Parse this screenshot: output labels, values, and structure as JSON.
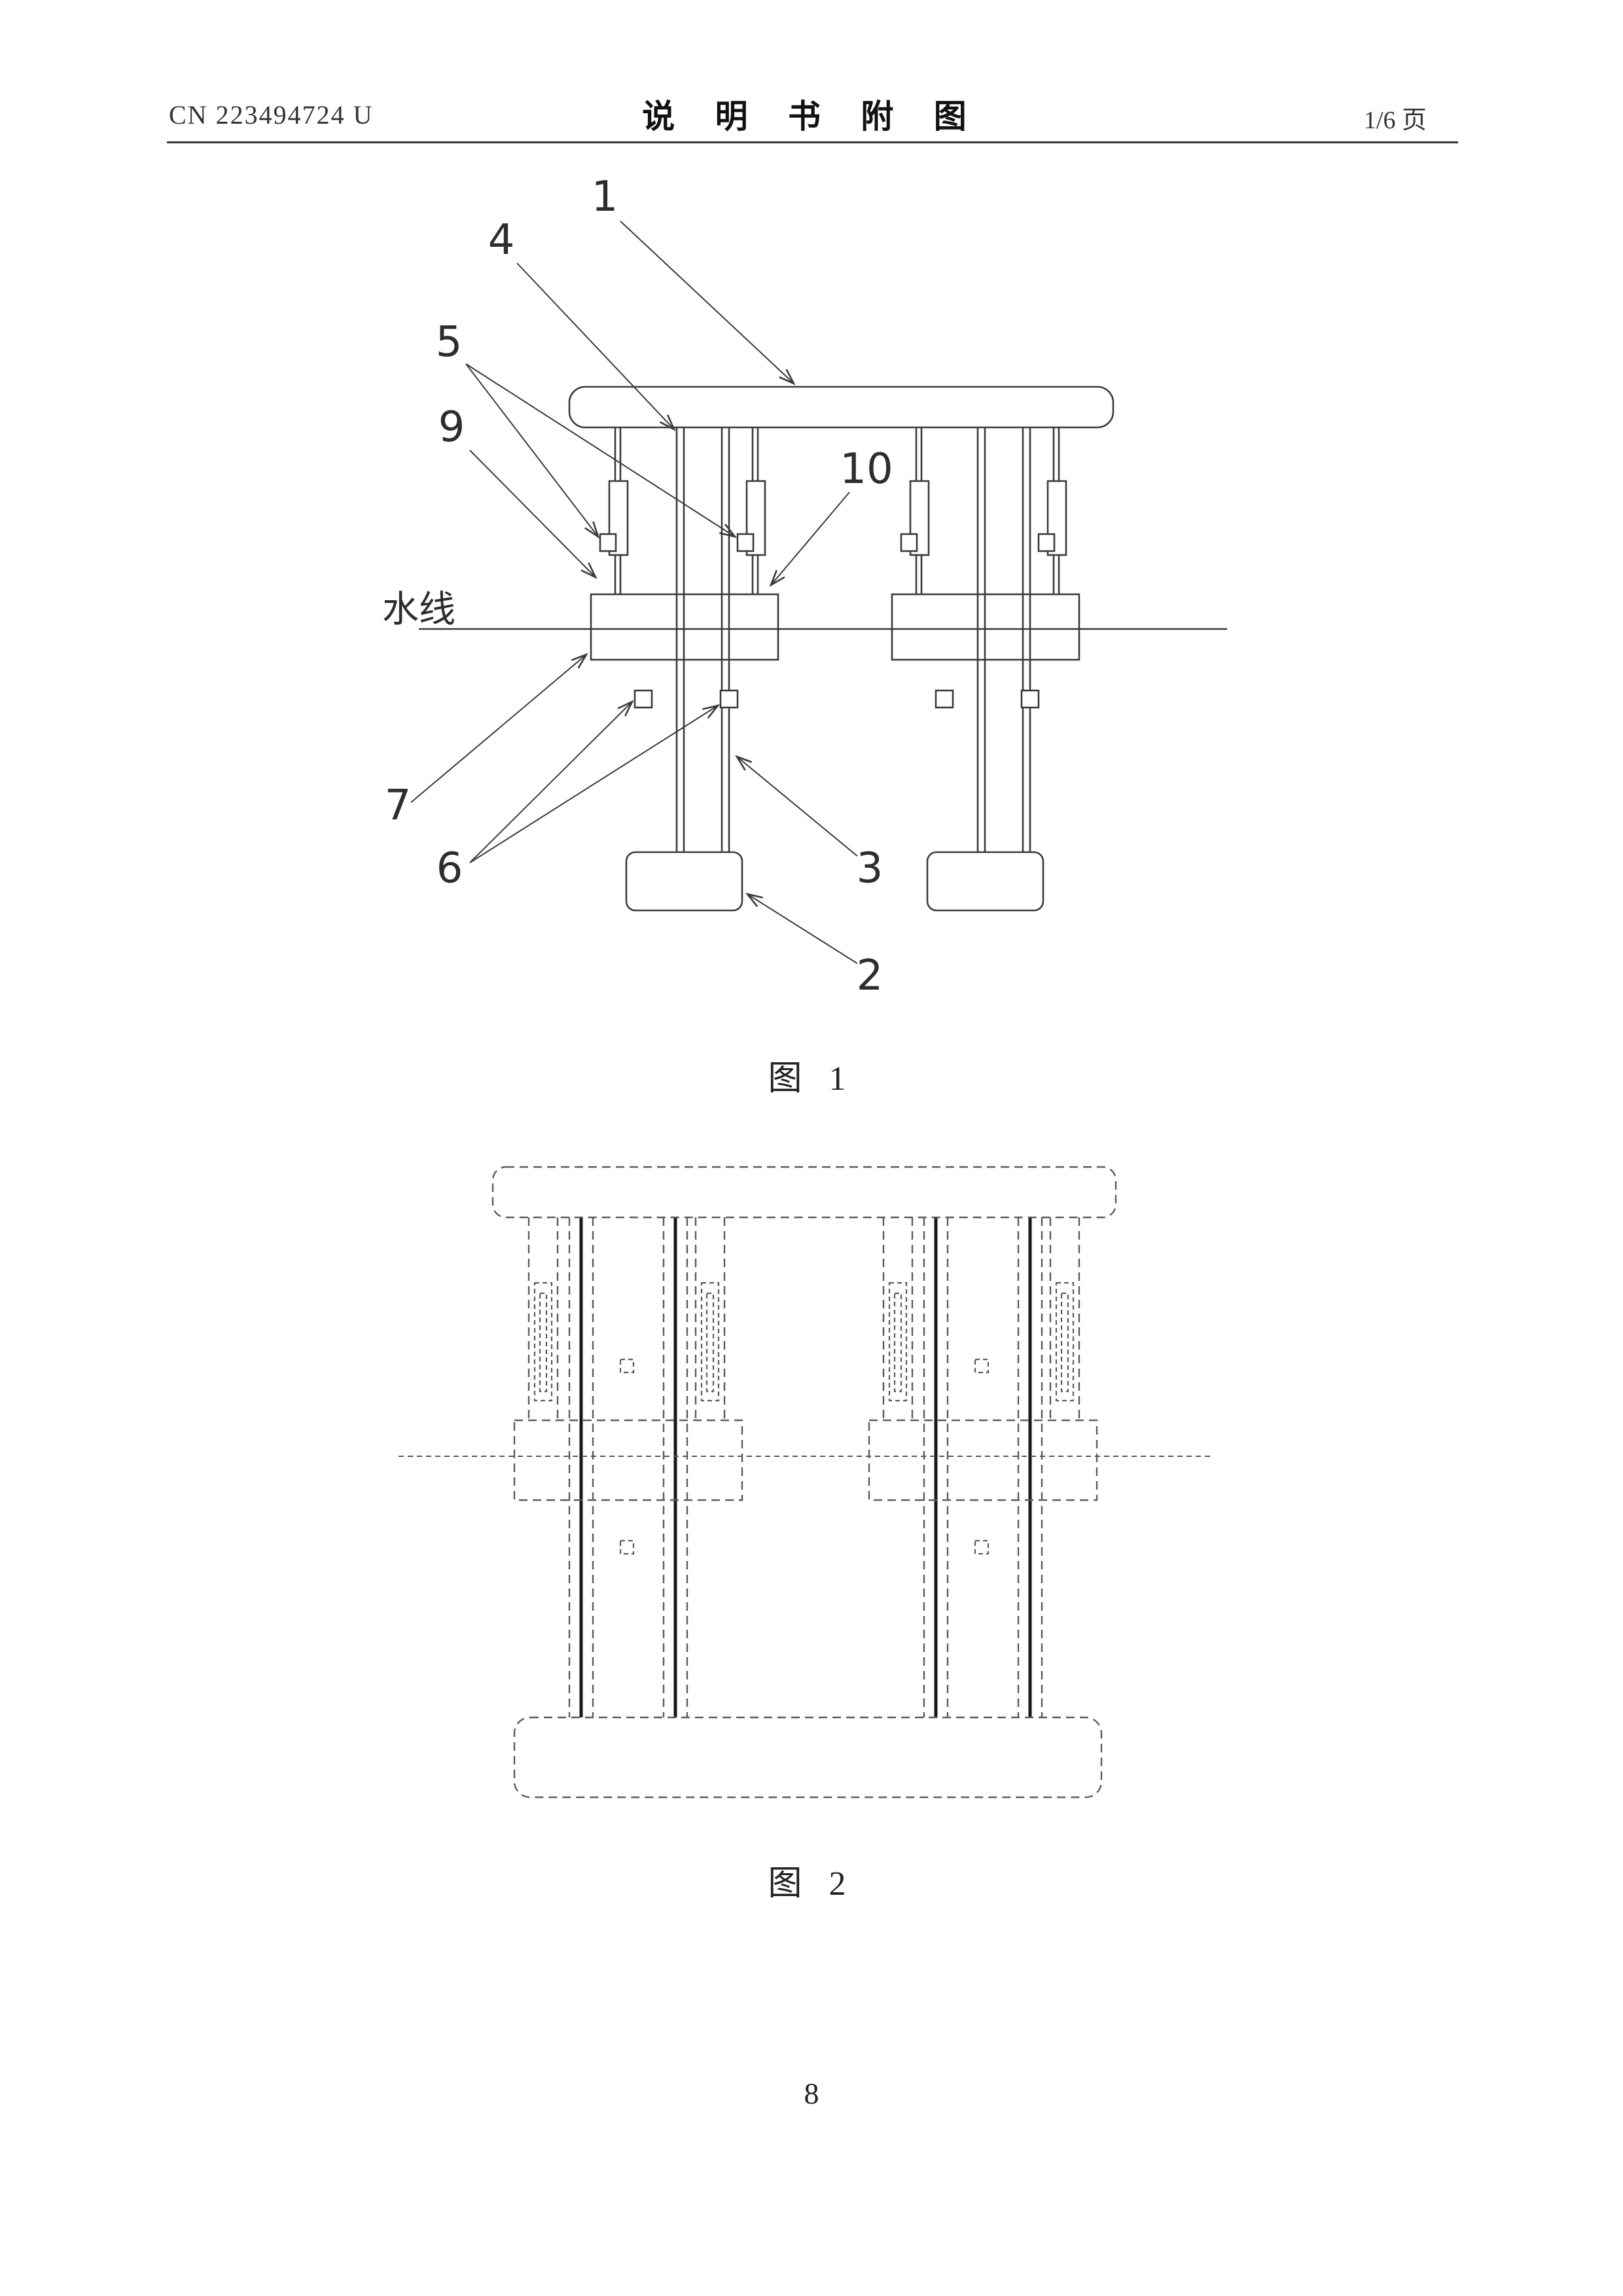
{
  "page": {
    "background": "#ffffff",
    "line_color": "#3a3a3a"
  },
  "header": {
    "patent_number": "CN 223494724 U",
    "title": "说 明 书 附 图",
    "page_indicator": "1/6 页"
  },
  "figure1": {
    "caption": "图 1",
    "waterline_label": "水线",
    "ref_labels": {
      "n1": "1",
      "n2": "2",
      "n3": "3",
      "n4": "4",
      "n5": "5",
      "n6": "6",
      "n7": "7",
      "n9": "9",
      "n10": "10"
    }
  },
  "figure2": {
    "caption": "图 2"
  },
  "footer": {
    "page_number": "8"
  }
}
